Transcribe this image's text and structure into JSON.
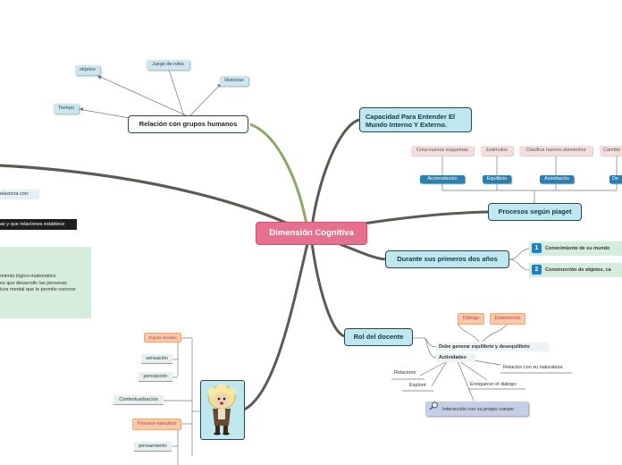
{
  "central": {
    "title": "Dimensión Cognitiva"
  },
  "relacion": {
    "title": "Relación con grupos humanos",
    "children": [
      "objetos",
      "Juego de roles",
      "Historias",
      "Tiempo"
    ]
  },
  "capacidad": {
    "title_line1": "Capacidad Para Entender El",
    "title_line2": "Mundo Interno Y Externo."
  },
  "piaget": {
    "title": "Procesos según piaget",
    "top_labels": [
      "Crea nuevos esquemas",
      "Estimulos",
      "Clasifica nuevos elementos",
      "Cambio"
    ],
    "bottom_labels": [
      "Acomodación",
      "Equilibrio",
      "Asimilación",
      "De"
    ]
  },
  "primeros": {
    "title": "Durante sus primeros dos años",
    "items": [
      {
        "num": "1",
        "text": "Conocimiento de su mundo"
      },
      {
        "num": "2",
        "text": "Construcción de objetos, ca"
      }
    ]
  },
  "rol": {
    "title": "Rol del docente",
    "tags": [
      "Diálogo",
      "Experiencia"
    ],
    "equilibrio": "Debe generar equilibrio y desequilibrio",
    "actividades": "Actividades",
    "leaves": [
      "Relacione",
      "Exploré",
      "Enriquecer el diálogo",
      "Relación con su naturaleza"
    ],
    "interaccion": "Interacción con su propio cuerpo"
  },
  "left": {
    "relaciona": "elaciona con:",
    "black_text": "as y que relaciones establece",
    "green_lines": [
      "miento lógico-matemático",
      "es que desarrollo las personas",
      "tura mental que le permite conocer"
    ]
  },
  "bottom_left": {
    "etapas": "Etapas iniciales",
    "items": [
      "sensación",
      "percepción",
      "Contextualización"
    ],
    "proceso": "Proceso ejecutivo",
    "pensamiento": "pensamiento"
  }
}
